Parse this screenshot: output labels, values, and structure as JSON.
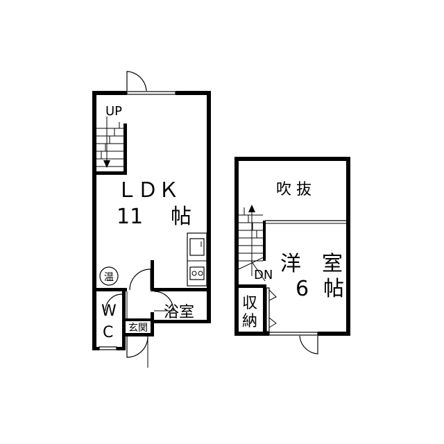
{
  "first_floor": {
    "stair_up": "UP",
    "ldk_label": "ＬＤＫ",
    "ldk_size_num": "11",
    "ldk_size_unit": "帖",
    "water_heater": "温",
    "wc_top": "W",
    "wc_bottom": "C",
    "bath": "浴室",
    "entrance": "玄関"
  },
  "second_floor": {
    "atrium": "吹 抜",
    "stair_down": "DN",
    "room_label": "洋　室",
    "room_size_num": "6",
    "room_size_unit": "帖",
    "storage_top": "収",
    "storage_bottom": "納"
  }
}
